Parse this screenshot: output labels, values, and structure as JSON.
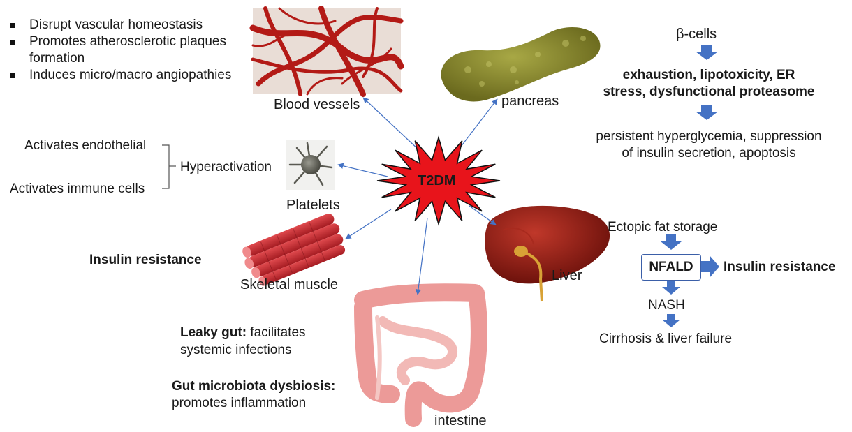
{
  "blood_vessels": {
    "effects": [
      "Disrupt vascular homeostasis",
      "Promotes atherosclerotic plaques formation",
      "Induces micro/macro angiopathies"
    ],
    "label": "Blood vessels"
  },
  "pancreas": {
    "label": "pancreas",
    "beta_cells": "β-cells",
    "stress_line1": "exhaustion, lipotoxicity, ER",
    "stress_line2": "stress, dysfunctional proteasome",
    "outcome_line1": "persistent hyperglycemia, suppression",
    "outcome_line2": "of insulin secretion, apoptosis"
  },
  "center": {
    "label": "T2DM",
    "color": "#e8141b"
  },
  "platelets": {
    "label": "Platelets",
    "state": "Hyperactivation",
    "effect1": "Activates endothelial",
    "effect2": "Activates immune cells"
  },
  "skeletal_muscle": {
    "label": "Skeletal muscle",
    "effect": "Insulin resistance"
  },
  "intestine": {
    "label": "intestine",
    "leaky_gut_bold": "Leaky gut:",
    "leaky_gut_line1": " facilitates",
    "leaky_gut_line2": "systemic infections",
    "dysbiosis_bold": "Gut microbiota dysbiosis:",
    "dysbiosis_line2": "promotes inflammation"
  },
  "liver": {
    "label": "Liver",
    "fat": "Ectopic fat storage",
    "nfald": "NFALD",
    "insulin_resistance": "Insulin resistance",
    "nash": "NASH",
    "end": "Cirrhosis & liver failure"
  },
  "colors": {
    "arrow": "#4472c4",
    "connector": "#7f96c8",
    "vessel": "#b31a16",
    "pancreas": "#8a8a2c",
    "liver": "#8e1a12",
    "muscle": "#c42a30",
    "intestine": "#ec9a98"
  }
}
